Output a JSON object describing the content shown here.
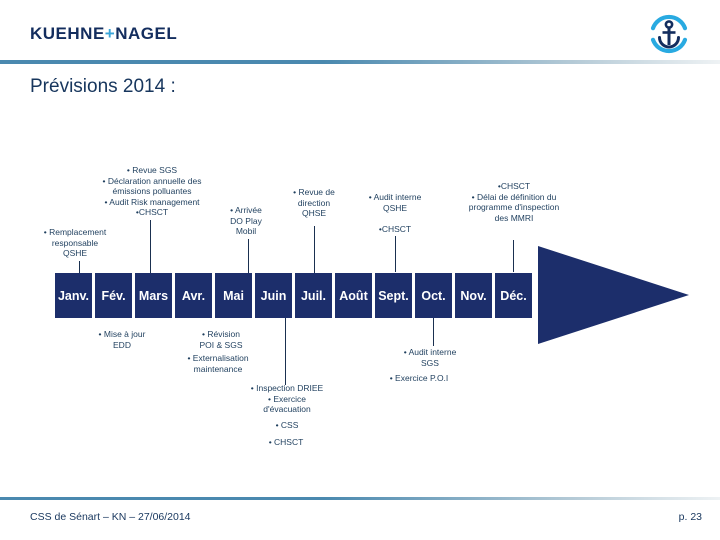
{
  "header": {
    "logo": {
      "kuehne": "KUEHNE",
      "plus": "+",
      "nagel": "NAGEL"
    },
    "anchor_icon": "anchor-in-circle"
  },
  "title": "Prévisions 2014 :",
  "timeline": {
    "months": [
      "Janv.",
      "Fév.",
      "Mars",
      "Avr.",
      "Mai",
      "Juin",
      "Juil.",
      "Août",
      "Sept.",
      "Oct.",
      "Nov.",
      "Déc."
    ],
    "events_above": [
      {
        "month": "Janv.",
        "text": "• Remplacement\nresponsable\nQSHE"
      },
      {
        "month": "Mars",
        "text": "• Revue SGS\n• Déclaration annuelle des\némissions polluantes\n• Audit Risk management\n•CHSCT"
      },
      {
        "month": "Mai",
        "text": "• Arrivée\nDO Play\nMobil"
      },
      {
        "month": "Juil.",
        "text": "• Revue de\ndirection\nQHSE"
      },
      {
        "month": "Sept.",
        "text": "• Audit interne\nQSHE\n\n•CHSCT"
      },
      {
        "month": "Déc.",
        "text": "•CHSCT\n• Délai de définition du\nprogramme d'inspection\ndes MMRI"
      }
    ],
    "events_below": [
      {
        "month": "Fév.",
        "text": "• Mise à jour\nEDD"
      },
      {
        "month": "Avr.",
        "text": "• Révision\nPOI & SGS"
      },
      {
        "month": "Avr.",
        "text": "• Externalisation\nmaintenance"
      },
      {
        "month": "Juin",
        "text": "• Inspection DRIEE\n• Exercice\nd'évacuation"
      },
      {
        "month": "Juin",
        "text": "• CSS"
      },
      {
        "month": "Juin",
        "text": "• CHSCT"
      },
      {
        "month": "Oct.",
        "text": "• Audit interne\nSGS"
      },
      {
        "month": "Oct.",
        "text": "• Exercice P.O.I"
      }
    ]
  },
  "footer": {
    "left": "CSS de Sénart – KN – 27/06/2014",
    "page": "p. 23"
  },
  "colors": {
    "navy": "#1c2e6b",
    "navy_dark": "#132d5e",
    "dark_text": "#17365d",
    "annotation_text": "#1f3f5e",
    "accent_blue": "#3aa5d9",
    "anchor_cyan": "#29aae1",
    "rule_blue": "#4a89af",
    "line_color": "#1a3050"
  }
}
